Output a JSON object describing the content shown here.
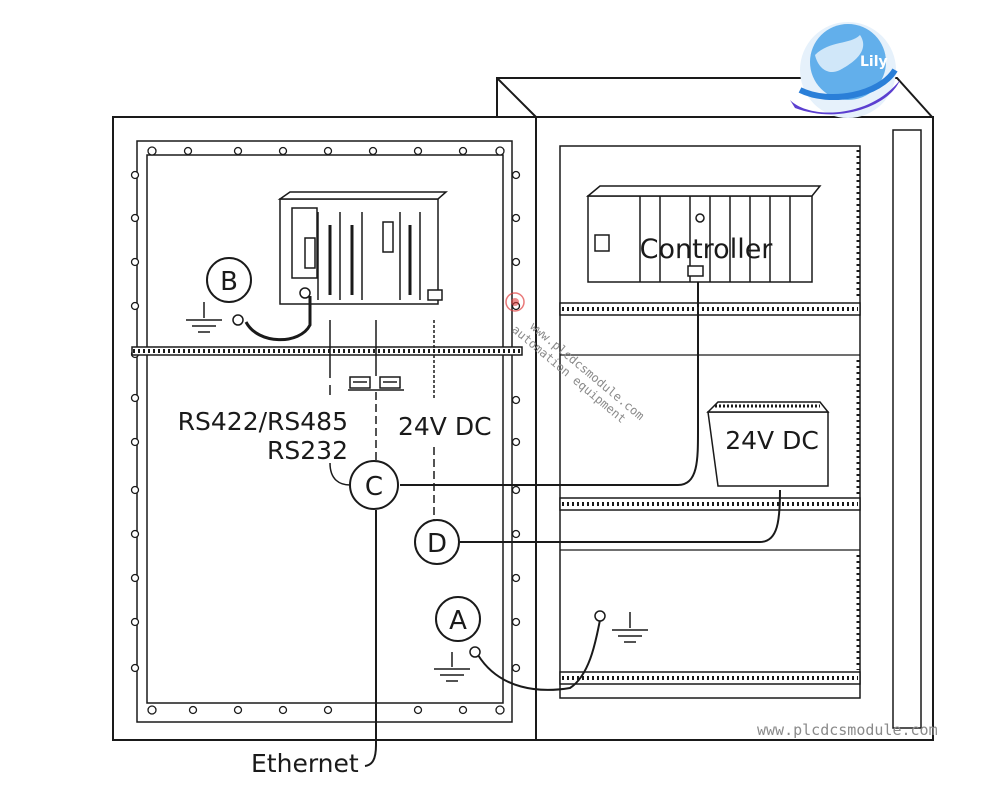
{
  "diagram": {
    "labels": {
      "controller": "Controller",
      "power_supply": "24V DC",
      "serial_line1": "RS422/RS485",
      "serial_line2": "RS232",
      "dc_label": "24V DC",
      "ethernet": "Ethernet",
      "point_a": "A",
      "point_b": "B",
      "point_c": "C",
      "point_d": "D"
    },
    "watermark": {
      "url": "www.plcdcsmodule.com",
      "diagonal_line1": "www.plcdcsmodule.com",
      "diagonal_line2": "automation equipment",
      "logo_text": "Lily"
    },
    "colors": {
      "stroke": "#1a1a1a",
      "logo_blue": "#2a7fd8",
      "logo_purple": "#5b3fd0",
      "stamp_red": "#e04040"
    }
  }
}
